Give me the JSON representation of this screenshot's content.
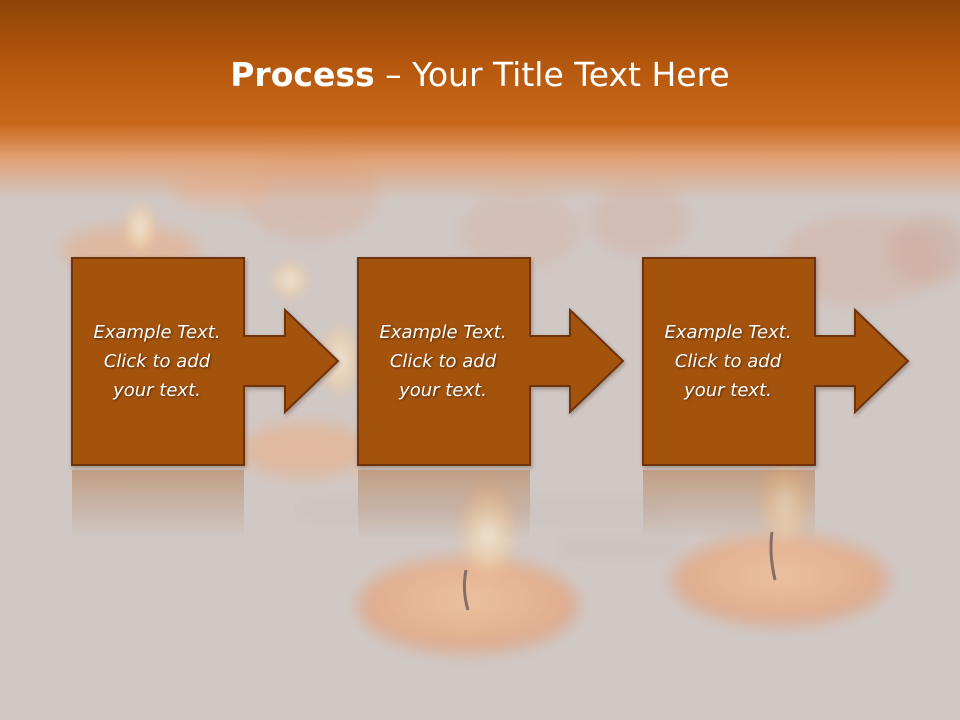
{
  "slide": {
    "title_bold": "Process",
    "title_rest": " – Your Title Text Here"
  },
  "steps": [
    {
      "text": "Example Text. Click  to add your text."
    },
    {
      "text": "Example Text. Click  to add your text."
    },
    {
      "text": "Example Text. Click  to add your text."
    }
  ],
  "colors": {
    "box_fill": "#a4520f",
    "box_border": "#6e3207",
    "header": "#c0621a"
  }
}
